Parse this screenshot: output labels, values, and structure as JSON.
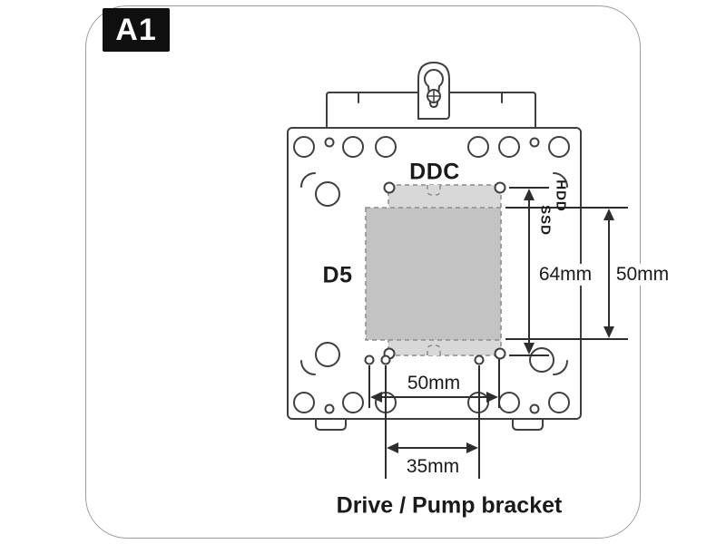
{
  "badge": {
    "label": "A1"
  },
  "caption": "Drive / Pump bracket",
  "part_labels": {
    "ddc": "DDC",
    "d5": "D5",
    "ssd": "SSD",
    "hdd": "HDD"
  },
  "dimensions": {
    "right_inner": "64mm",
    "right_outer": "50mm",
    "bottom_inner": "50mm",
    "bottom_outer": "35mm"
  },
  "colors": {
    "badge_bg": "#0f0f0f",
    "badge_text": "#ffffff",
    "line": "#3f3f3f",
    "dim_line": "#2e2e2e",
    "panel_border": "#9a9a9a",
    "area_light": "#d8d8d8",
    "area_dark": "#c3c3c3",
    "text": "#1a1a1a"
  }
}
